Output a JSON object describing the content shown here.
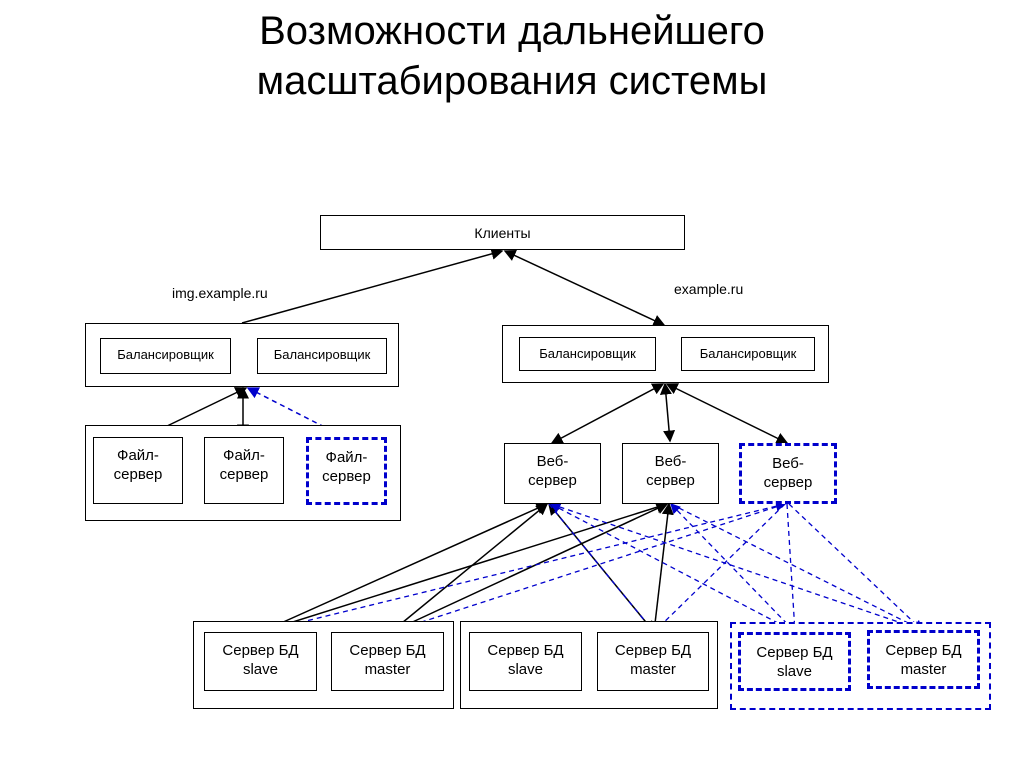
{
  "title": {
    "line1": "Возможности дальнейшего",
    "line2": "масштабирования системы"
  },
  "clients": "Клиенты",
  "domains": {
    "img": "img.example.ru",
    "main": "example.ru"
  },
  "balancer": "Балансировщик",
  "file_server": {
    "line1": "Файл-",
    "line2": "сервер"
  },
  "web_server": {
    "line1": "Веб-",
    "line2": "сервер"
  },
  "db_slave": {
    "line1": "Сервер БД",
    "line2": "slave"
  },
  "db_master": {
    "line1": "Сервер БД",
    "line2": "master"
  },
  "colors": {
    "solid": "#000000",
    "scaled": "#0000cc"
  }
}
